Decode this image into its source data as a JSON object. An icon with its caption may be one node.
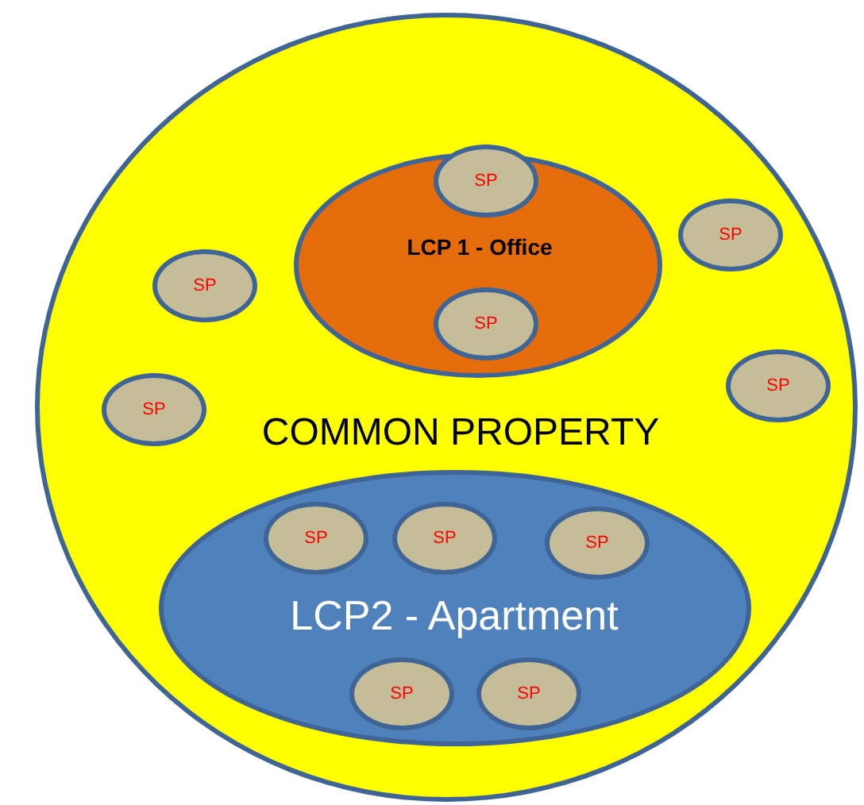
{
  "diagram": {
    "nodes": [
      {
        "text": [
          "COMMON PROPERTY"
        ]
      },
      {
        "text": [
          "LCP 1 - Office"
        ],
        "in": 0
      },
      {
        "text": [
          "SP"
        ],
        "in": 1
      },
      {
        "text": [
          "SP"
        ],
        "in": 1
      },
      {
        "text": [
          "SP"
        ],
        "in": 0
      },
      {
        "text": [
          "SP"
        ],
        "in": 0
      },
      {
        "text": [
          "SP"
        ],
        "in": 0
      },
      {
        "text": [
          "SP"
        ],
        "in": 0
      },
      {
        "text": [
          "LCP2 - Apartment"
        ],
        "in": 0
      },
      {
        "text": [
          "SP"
        ],
        "in": 8
      },
      {
        "text": [
          "SP"
        ],
        "in": 8
      },
      {
        "text": [
          "SP"
        ],
        "in": 8
      },
      {
        "text": [
          "SP"
        ],
        "in": 8
      },
      {
        "text": [
          "SP"
        ],
        "in": 8
      }
    ]
  }
}
